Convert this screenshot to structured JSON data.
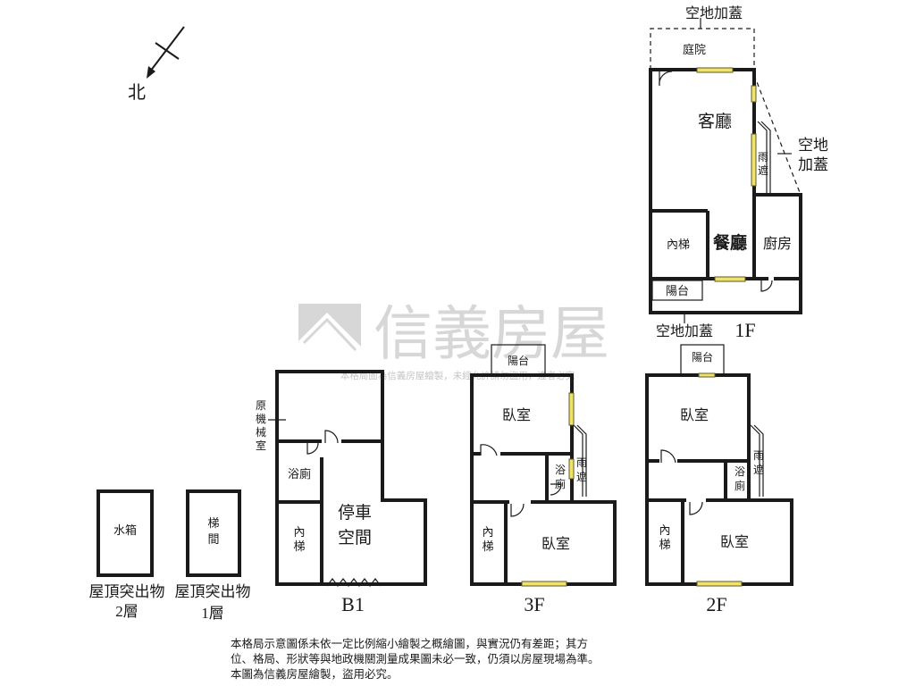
{
  "compass": {
    "north_label": "北"
  },
  "watermark": {
    "brand": "信義房屋",
    "subline": "本格局圖為信義房屋繪製，未經允許請勿盜用，違者必究",
    "brand_color": "#d6d6d6"
  },
  "floor_1f": {
    "level_label": "1F",
    "top_label": "空地加蓋",
    "courtyard": "庭院",
    "living_room": "客廳",
    "right_label_1": "空地",
    "right_label_2": "加蓋",
    "awning_1": "雨",
    "awning_2": "遮",
    "stairs": "內梯",
    "dining_room": "餐廳",
    "kitchen": "廚房",
    "balcony": "陽台",
    "bottom_label": "空地加蓋"
  },
  "floor_3f": {
    "level_label": "3F",
    "balcony": "陽台",
    "bedroom_top": "臥室",
    "awning_1": "雨",
    "awning_2": "遮",
    "bath_1": "浴",
    "bath_2": "廁",
    "stairs_1": "內",
    "stairs_2": "梯",
    "bedroom_bottom": "臥室"
  },
  "floor_2f": {
    "level_label": "2F",
    "balcony": "陽台",
    "bedroom_top": "臥室",
    "awning_1": "雨",
    "awning_2": "遮",
    "bath_1": "浴",
    "bath_2": "廁",
    "stairs_1": "內",
    "stairs_2": "梯",
    "bedroom_bottom": "臥室"
  },
  "floor_b1": {
    "level_label": "B1",
    "machine_room_1": "原",
    "machine_room_2": "機",
    "machine_room_3": "械",
    "machine_room_4": "室",
    "bath": "浴廁",
    "parking_1": "停車",
    "parking_2": "空間",
    "stairs_1": "內",
    "stairs_2": "梯"
  },
  "roof": {
    "water_tank": "水箱",
    "stair_room_1": "梯",
    "stair_room_2": "間",
    "caption_2": "屋頂突出物",
    "caption_2_level": "2層",
    "caption_1": "屋頂突出物",
    "caption_1_level": "1層"
  },
  "disclaimer": {
    "line1": "本格局示意圖係未依一定比例縮小繪製之概繪圖，與實況仍有差距；其方",
    "line2": "位、格局、形狀等與地政機關測量成果圖未必一致，仍須以房屋現場為準。",
    "line3": "本圖為信義房屋繪製，盜用必究。"
  }
}
